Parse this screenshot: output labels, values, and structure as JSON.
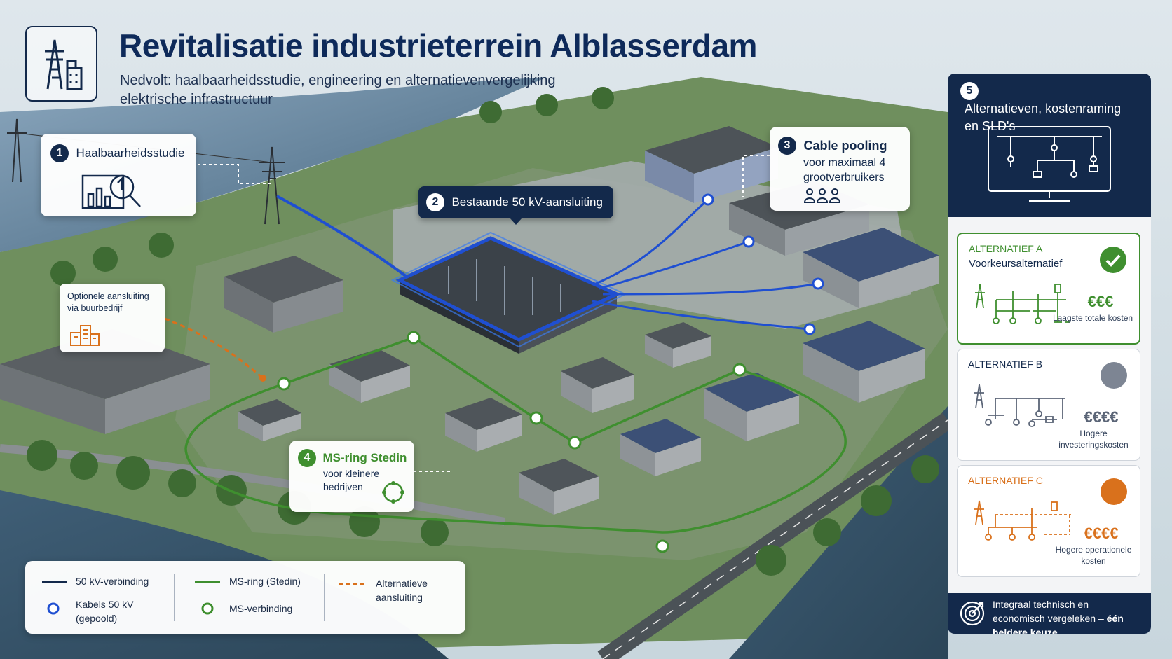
{
  "header": {
    "title": "Revitalisatie industrieterrein Alblasserdam",
    "subtitle": "Nedvolt: haalbaarheidsstudie, engineering en alternatievenvergelijking elektrische infrastructuur"
  },
  "callouts": {
    "c1": {
      "number": "1",
      "label": "Haalbaarheidsstudie"
    },
    "c2": {
      "number": "2",
      "label": "Bestaande 50 kV-aansluiting"
    },
    "c3": {
      "number": "3",
      "title": "Cable pooling",
      "body": "voor maximaal 4 grootverbruikers"
    },
    "c4": {
      "number": "4",
      "title": "MS-ring Stedin",
      "body": "voor kleinere bedrijven"
    },
    "optional": {
      "label": "Optionele aansluiting via buurbedrijf"
    }
  },
  "panel": {
    "number": "5",
    "title": "Alternatieven, kostenraming en SLD's",
    "alternatives": [
      {
        "name": "ALTERNATIEF A",
        "description": "Voorkeursalternatief",
        "cost": "€€€",
        "note": "Laagste totale kosten",
        "color": "#3f8f2f"
      },
      {
        "name": "ALTERNATIEF B",
        "description": "",
        "cost": "€€€€",
        "note": "Hogere investeringskosten",
        "color": "#7d8593"
      },
      {
        "name": "ALTERNATIEF C",
        "description": "",
        "cost": "€€€€",
        "note": "Hogere operationele kosten",
        "color": "#d9711c"
      }
    ],
    "footer_text": "Integraal technisch en economisch vergeleken – ",
    "footer_bold": "één heldere keuze."
  },
  "legend": {
    "items": [
      {
        "label": "50 kV-verbinding"
      },
      {
        "label": "Kabels 50 kV (gepoold)"
      },
      {
        "label": "MS-ring (Stedin)"
      },
      {
        "label": "MS-verbinding"
      },
      {
        "label": "Alternatieve aansluiting"
      }
    ]
  },
  "colors": {
    "navy": "#13294b",
    "blue": "#1f4fd1",
    "green": "#3f8f2f",
    "orange": "#d9711c"
  }
}
